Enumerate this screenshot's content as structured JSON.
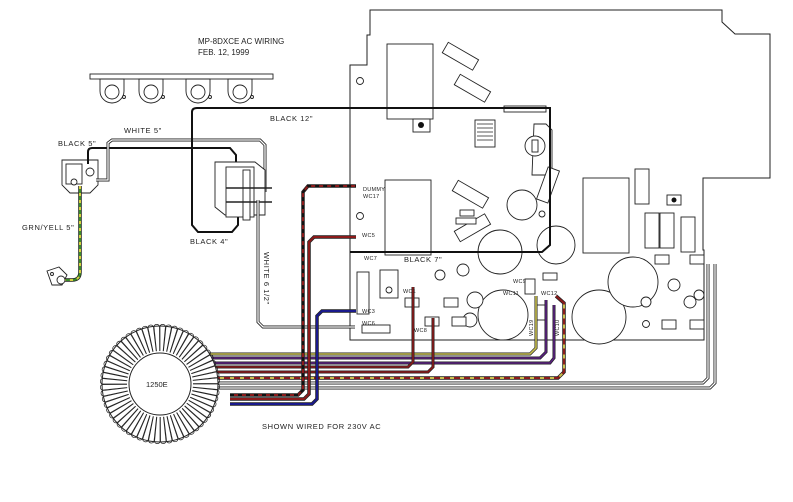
{
  "title": {
    "line1": "MP-8DXCE AC WIRING",
    "line2": "FEB. 12, 1999"
  },
  "footer_note": "SHOWN WIRED FOR 230V AC",
  "transformer_label": "1250E",
  "wire_labels": {
    "black_5": "BLACK 5\"",
    "white_5": "WHITE 5\"",
    "black_12": "BLACK 12\"",
    "black_4": "BLACK 4\"",
    "white_6_5": "WHITE 6 1/2\"",
    "grn_yell_5": "GRN/YELL 5\"",
    "black_7": "BLACK 7\""
  },
  "connector_labels": {
    "dummy": "DUMMY",
    "wc17": "WC17",
    "wc5": "WC5",
    "wc7": "WC7",
    "wc3": "WC3",
    "wc6": "WC6",
    "wc1": "WC1",
    "wc8": "WC8",
    "wc9": "WC9",
    "wc11": "WC11",
    "wc12": "WC12",
    "wc19": "WC19",
    "wc10": "WC10"
  },
  "wire_colors": {
    "black": "#111111",
    "white": "#ffffff",
    "red": "#8b1a1a",
    "yellow": "#c8c050",
    "purple": "#5a2080",
    "blue": "#1a1a8c",
    "green": "#3a8a2a",
    "outline": "#222222"
  }
}
